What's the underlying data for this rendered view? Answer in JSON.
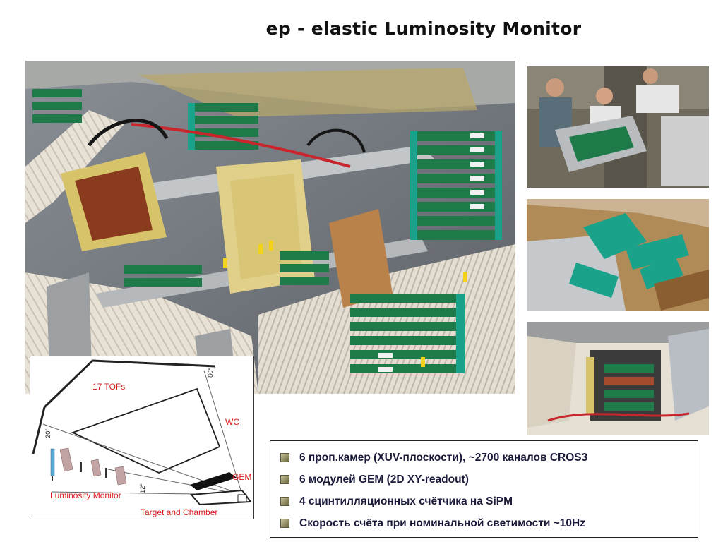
{
  "title": "ep - elastic Luminosity Monitor",
  "diagram": {
    "labels": {
      "tofs": "17 TOFs",
      "wc": "WC",
      "gem": "GEM",
      "lumi": "Luminosity Monitor",
      "target": "Target and Chamber"
    },
    "angles": {
      "a80": "80°",
      "a20": "20°",
      "a12": "12°"
    }
  },
  "bullets": [
    "6 проп.камер (XUV-плоскости), ~2700 каналов CROS3",
    "6 модулей GEM (2D XY-readout)",
    "4 сцинтилляционных счётчика на SiPM",
    "Скорость счёта при номинальной светимости ~10Hz"
  ],
  "colors": {
    "label_red": "#d81b1b",
    "bullet_olive": "#8f8a5e",
    "pcb_green": "#1f7a4a",
    "connector_teal": "#1aa38a"
  }
}
